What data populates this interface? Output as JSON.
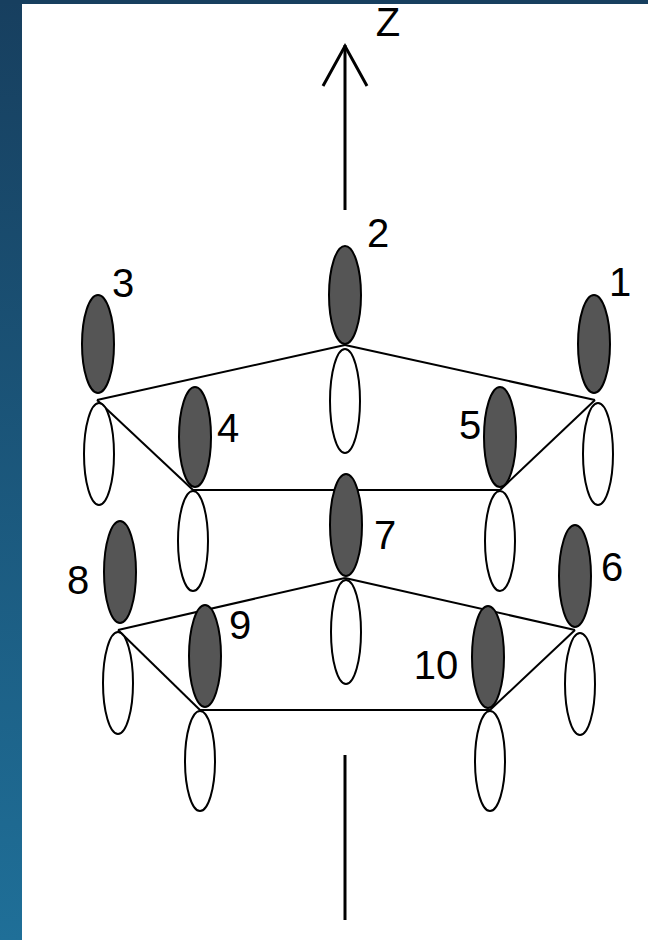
{
  "diagram": {
    "labels": [
      "Z",
      "2",
      "3",
      "1",
      "4",
      "5",
      "7",
      "8",
      "6",
      "9",
      "10"
    ]
  }
}
